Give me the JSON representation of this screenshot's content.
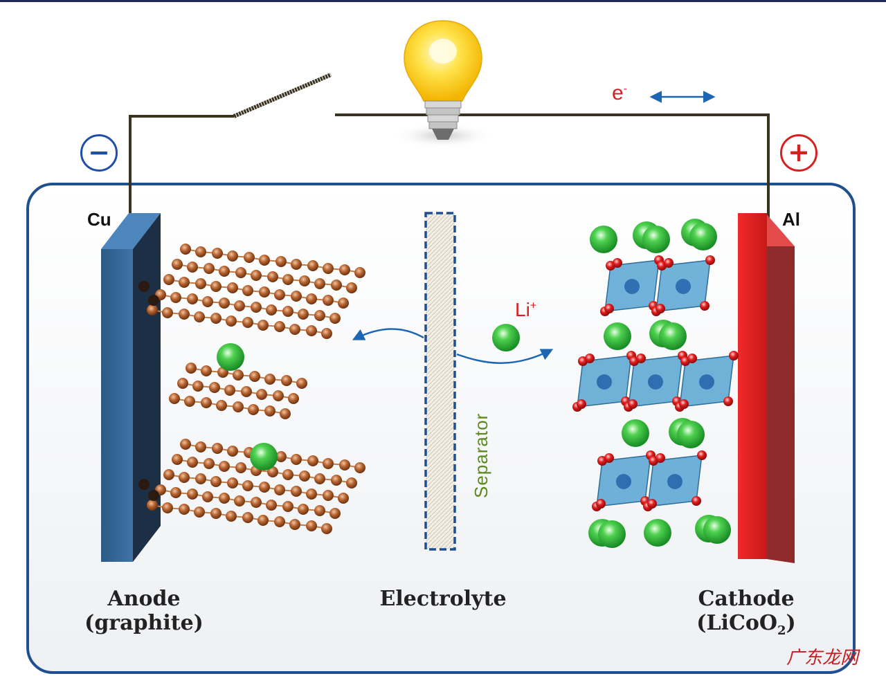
{
  "terminals": {
    "negative": "−",
    "positive": "+"
  },
  "electron": {
    "symbol": "e",
    "superscript": "-"
  },
  "ion": {
    "symbol": "Li",
    "superscript": "+"
  },
  "collectors": {
    "left": "Cu",
    "right": "Al"
  },
  "separator": {
    "label": "Separator"
  },
  "captions": {
    "anode_line1": "Anode",
    "anode_line2": "(graphite)",
    "electrolyte": "Electrolyte",
    "cathode_line1": "Cathode",
    "cathode_line2_prefix": "(LiCoO",
    "cathode_line2_sub": "2",
    "cathode_line2_suffix": ")"
  },
  "watermark": "广东龙网",
  "colors": {
    "frame": "#1f4f8f",
    "wire": "#3a3320",
    "anode_plate": "#2f5d8c",
    "cathode_plate": "#d81f26",
    "graphite_atom": "#b4622f",
    "lithium_ion": "#2dbb3a",
    "oxygen": "#e01e1e",
    "cobalt_octahedron": "#4e9fd0",
    "arrow": "#1c66b4"
  }
}
